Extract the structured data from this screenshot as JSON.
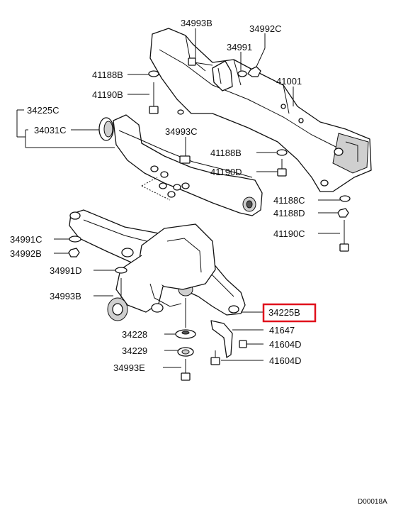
{
  "highlight_color": "#e0101c",
  "diagram_code": "D00018A",
  "labels": {
    "p34993B_top": "34993B",
    "p34992C": "34992C",
    "p34991": "34991",
    "p41188B_l": "41188B",
    "p41190B": "41190B",
    "p41001": "41001",
    "p34225C": "34225C",
    "p34031C": "34031C",
    "p34993C": "34993C",
    "p41188B_r": "41188B",
    "p41190D": "41190D",
    "p41188C": "41188C",
    "p41188D": "41188D",
    "p41190C": "41190C",
    "p34991C": "34991C",
    "p34992B": "34992B",
    "p34991D": "34991D",
    "p34993B_bot": "34993B",
    "p34225B": "34225B",
    "p41647": "41647",
    "p34228": "34228",
    "p41604D_a": "41604D",
    "p34229": "34229",
    "p41604D_b": "41604D",
    "p34993E": "34993E"
  }
}
